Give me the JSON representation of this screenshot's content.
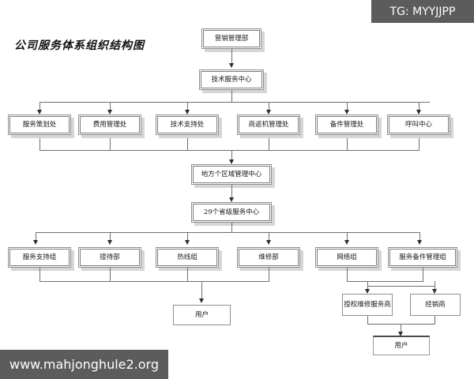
{
  "title": "公司服务体系组织结构图",
  "watermarks": {
    "top_right": "TG: MYYJJPP",
    "bottom_left": "www.mahjonghule2.org"
  },
  "colors": {
    "background": "#ffffff",
    "box_border": "#8e8e8e",
    "box_fill": "#ffffff",
    "shadow": "#d6d6d6",
    "connector": "#6f6f6f",
    "arrow": "#2e2e2e",
    "watermark_bg": "#5c5c5c",
    "watermark_text": "#ffffff",
    "title_text": "#111111"
  },
  "chart_data": {
    "type": "diagram",
    "title": "公司服务体系组织结构图",
    "levels": [
      {
        "level": 1,
        "nodes": [
          "营销管理部"
        ]
      },
      {
        "level": 2,
        "nodes": [
          "技术服务中心"
        ]
      },
      {
        "level": 3,
        "nodes": [
          "服务策划处",
          "费用管理处",
          "技术支持处",
          "商返机管理处",
          "备件管理处",
          "呼叫中心"
        ]
      },
      {
        "level": 4,
        "nodes": [
          "地方个区域管理中心"
        ]
      },
      {
        "level": 5,
        "nodes": [
          "29个省级服务中心"
        ]
      },
      {
        "level": 6,
        "nodes": [
          "服务支持组",
          "接待部",
          "热线组",
          "维修部",
          "网络组",
          "服务备件管理组"
        ]
      },
      {
        "level": 7,
        "nodes": [
          "用户",
          "授权维修服务商",
          "经销商"
        ]
      },
      {
        "level": 8,
        "nodes": [
          "用户"
        ]
      }
    ],
    "edges": [
      {
        "from": "营销管理部",
        "to": "技术服务中心"
      },
      {
        "from": "技术服务中心",
        "to": "服务策划处"
      },
      {
        "from": "技术服务中心",
        "to": "费用管理处"
      },
      {
        "from": "技术服务中心",
        "to": "技术支持处"
      },
      {
        "from": "技术服务中心",
        "to": "商返机管理处"
      },
      {
        "from": "技术服务中心",
        "to": "备件管理处"
      },
      {
        "from": "技术服务中心",
        "to": "呼叫中心"
      },
      {
        "from": "服务策划处",
        "to": "地方个区域管理中心"
      },
      {
        "from": "费用管理处",
        "to": "地方个区域管理中心"
      },
      {
        "from": "技术支持处",
        "to": "地方个区域管理中心"
      },
      {
        "from": "商返机管理处",
        "to": "地方个区域管理中心"
      },
      {
        "from": "备件管理处",
        "to": "地方个区域管理中心"
      },
      {
        "from": "呼叫中心",
        "to": "地方个区域管理中心"
      },
      {
        "from": "地方个区域管理中心",
        "to": "29个省级服务中心"
      },
      {
        "from": "29个省级服务中心",
        "to": "服务支持组"
      },
      {
        "from": "29个省级服务中心",
        "to": "接待部"
      },
      {
        "from": "29个省级服务中心",
        "to": "热线组"
      },
      {
        "from": "29个省级服务中心",
        "to": "维修部"
      },
      {
        "from": "29个省级服务中心",
        "to": "网络组"
      },
      {
        "from": "29个省级服务中心",
        "to": "服务备件管理组"
      },
      {
        "from": "服务支持组",
        "to": "用户"
      },
      {
        "from": "接待部",
        "to": "用户"
      },
      {
        "from": "热线组",
        "to": "用户"
      },
      {
        "from": "维修部",
        "to": "用户"
      },
      {
        "from": "网络组",
        "to": "授权维修服务商"
      },
      {
        "from": "网络组",
        "to": "经销商"
      },
      {
        "from": "服务备件管理组",
        "to": "授权维修服务商"
      },
      {
        "from": "服务备件管理组",
        "to": "经销商"
      },
      {
        "from": "授权维修服务商",
        "to": "用户"
      },
      {
        "from": "经销商",
        "to": "用户"
      }
    ]
  },
  "nodes": {
    "marketing_dept": "营销管理部",
    "tech_service_center": "技术服务中心",
    "service_planning": "服务策划处",
    "cost_management": "费用管理处",
    "tech_support": "技术支持处",
    "returned_machine": "商返机管理处",
    "spare_parts_mgmt": "备件管理处",
    "call_center": "呼叫中心",
    "regional_center": "地方个区域管理中心",
    "provincial_centers": "29个省级服务中心",
    "service_support_team": "服务支持组",
    "reception_dept": "接待部",
    "hotline_team": "热线组",
    "repair_dept": "维修部",
    "network_team": "网络组",
    "service_parts_team": "服务备件管理组",
    "user_left": "用户",
    "authorized_repair": "授权维修服务商",
    "dealer": "经销商",
    "user_right": "用户"
  }
}
